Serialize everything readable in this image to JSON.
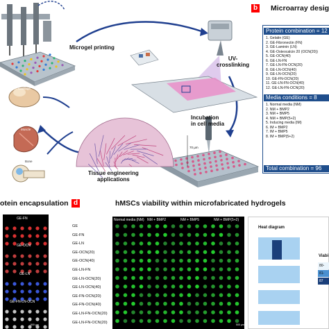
{
  "panel_a": {
    "microgel_printing": "Microgel printing",
    "uv_crosslinking": "UV-\ncrosslinking",
    "incubation": "Incubation\nin cell media",
    "tissue_engineering": "Tissue engineering\napplications",
    "scale": "70 µm",
    "tissue_labels": [
      "Cartilage",
      "Muscle",
      "Bone"
    ]
  },
  "panel_b": {
    "badge": "b",
    "title": "Microarray design",
    "protein_header": "Protein combination = 12",
    "proteins": [
      "1. Gelatin (GE)",
      "2. GE-Fibronectin (FN)",
      "3. GE-Laminin (LN)",
      "4. GE-Osteocalcin 20 (OCN(20))",
      "5. GE-OCN(40)",
      "6. GE-LN-FN",
      "7. GE-LN-FN-OCN(20)",
      "8. GE-LN-OCN(40)",
      "9. GE-LN-OCN(20)",
      "10. GE-FN-OCN(20)",
      "11. GE-LN-FN-OCN(40)",
      "12. GE-LN-FN-OCN(20)"
    ],
    "media_header": "Media conditions = 8",
    "media": [
      "1. Normal media (NM)",
      "2. NM + BMP2",
      "3. NM + BMP5",
      "4. NM + BMP(5+2)",
      "5. Inducing media (IM)",
      "6. IM + BMP2",
      "7. IM + BMP5",
      "8. IM + BMP(5+2)"
    ],
    "total": "Total combination = 96"
  },
  "panel_c": {
    "title": "otein encapsulation",
    "labels": [
      "GE-FN",
      "GE-OCN",
      "GE-LN",
      "GE-FN-LN-OCN"
    ],
    "colors": [
      "#ff3a3a",
      "#e04848",
      "#4466ff",
      "#e8e8e8"
    ],
    "scale": "500 µm"
  },
  "panel_d": {
    "badge": "d",
    "title": "hMSCs viability within microfabricated hydrogels",
    "columns": [
      "Normal media (NM)",
      "NM + BMP2",
      "NM + BMP5",
      "NM + BMP(5+2)"
    ],
    "rows": [
      "GE",
      "GE-FN",
      "GE-LN",
      "GE-OCN(20)",
      "GE-OCN(40)",
      "GE-LN-FN",
      "GE-LN-OCN(20)",
      "GE-LN-OCN(40)",
      "GE-FN-OCN(20)",
      "GE-FN-OCN(40)",
      "GE-LN-FN-OCN(20)",
      "GE-LN-FN-OCN(20)"
    ],
    "scale": "500 µm",
    "heat_title": "Heat diagram",
    "legend_title": "Viabi",
    "legend": [
      {
        "label": "80-",
        "color": "#eaf4fb"
      },
      {
        "label": "81-",
        "color": "#4a90d0"
      },
      {
        "label": "87",
        "color": "#1a3f7a"
      }
    ]
  }
}
